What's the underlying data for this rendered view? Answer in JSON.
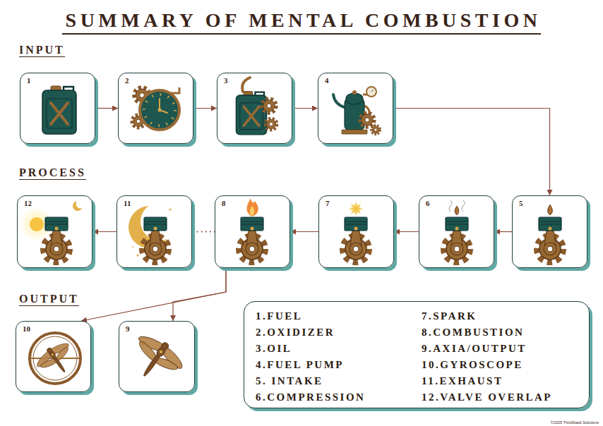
{
  "diagram": {
    "title": "SUMMARY OF MENTAL COMBUSTION",
    "nodes": [
      {
        "text": [
          "1"
        ]
      },
      {
        "text": [
          "2"
        ]
      },
      {
        "text": [
          "3"
        ]
      },
      {
        "text": [
          "4"
        ]
      },
      {
        "text": [
          "12"
        ]
      },
      {
        "text": [
          "11"
        ]
      },
      {
        "text": [
          "8"
        ]
      },
      {
        "text": [
          "7"
        ]
      },
      {
        "text": [
          "6"
        ]
      },
      {
        "text": [
          "5"
        ]
      },
      {
        "text": [
          "10"
        ]
      },
      {
        "text": [
          "9"
        ]
      },
      {
        "text": [
          "1.FUEL",
          "2.OXIDIZER",
          "3.OIL",
          "4.FUEL PUMP",
          "5. INTAKE",
          "6.COMPRESSION",
          "7.SPARK",
          "8.COMBUSTION",
          "9.AXIA/OUTPUT",
          "10.GYROSCOPE",
          "11.EXHAUST",
          "12.VALVE OVERLAP"
        ]
      }
    ],
    "edges": [
      {
        "from": 0,
        "to": 1,
        "arrow": "to"
      },
      {
        "from": 1,
        "to": 2,
        "arrow": "to"
      },
      {
        "from": 2,
        "to": 3,
        "arrow": "to"
      },
      {
        "from": 3,
        "to": 9,
        "arrow": "to"
      },
      {
        "from": 9,
        "to": 8,
        "arrow": "to"
      },
      {
        "from": 8,
        "to": 7,
        "arrow": "to"
      },
      {
        "from": 7,
        "to": 6,
        "arrow": "to"
      },
      {
        "from": 6,
        "to": 5,
        "arrow": "none"
      },
      {
        "from": 5,
        "to": 4,
        "arrow": "to"
      },
      {
        "from": 6,
        "to": 10,
        "arrow": "to"
      },
      {
        "from": 6,
        "to": 11,
        "arrow": "to"
      }
    ],
    "labels": [
      "INPUT",
      "PROCESS",
      "OUTPUT",
      "©2025 ThirdStack Solutions"
    ]
  }
}
